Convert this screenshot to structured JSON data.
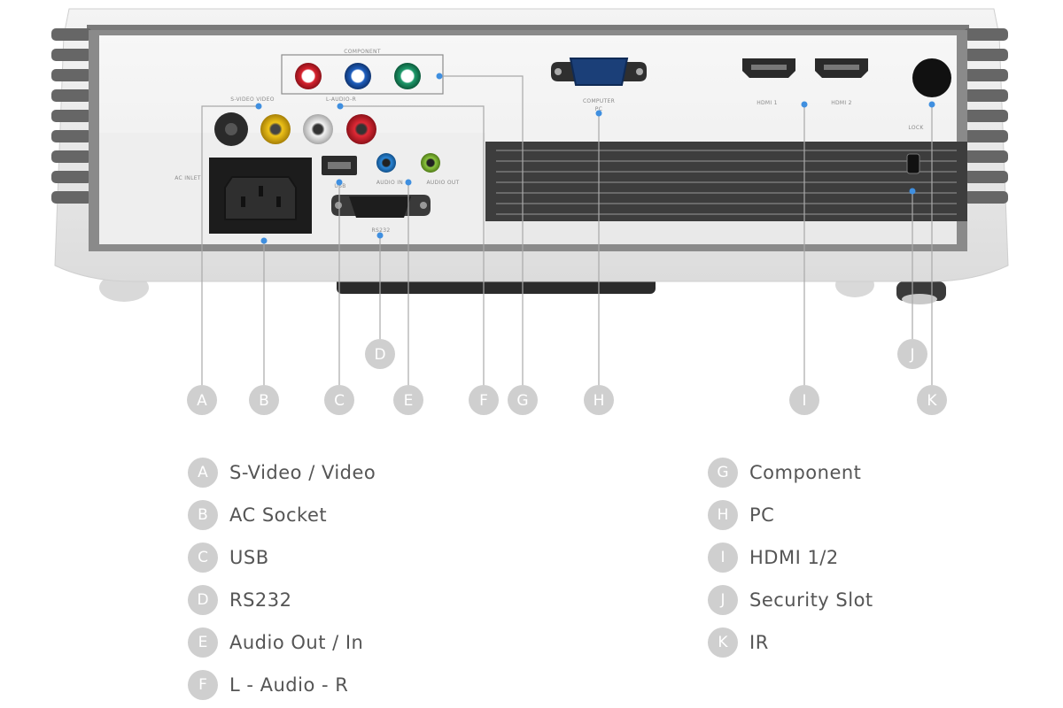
{
  "panel_labels": {
    "component": "COMPONENT",
    "s_video_video": "S-VIDEO VIDEO",
    "l_audio_r": "L-AUDIO-R",
    "ac_inlet": "AC INLET",
    "usb": "USB",
    "audio_in": "AUDIO IN",
    "audio_out": "AUDIO OUT",
    "rs232": "RS232",
    "computer": "COMPUTER",
    "pc": "PC",
    "hdmi1": "HDMI 1",
    "hdmi2": "HDMI 2",
    "lock": "LOCK"
  },
  "callouts": [
    {
      "letter": "A",
      "label": "S-Video / Video"
    },
    {
      "letter": "B",
      "label": "AC Socket"
    },
    {
      "letter": "C",
      "label": "USB"
    },
    {
      "letter": "D",
      "label": "RS232"
    },
    {
      "letter": "E",
      "label": "Audio Out / In"
    },
    {
      "letter": "F",
      "label": "L - Audio - R"
    },
    {
      "letter": "G",
      "label": "Component"
    },
    {
      "letter": "H",
      "label": "PC"
    },
    {
      "letter": "I",
      "label": "HDMI 1/2"
    },
    {
      "letter": "J",
      "label": "Security Slot"
    },
    {
      "letter": "K",
      "label": "IR"
    }
  ],
  "colors": {
    "accent_dot": "#3f8fe0",
    "badge": "#cfcfcf",
    "leader_line": "#a9a9a9",
    "legend_text": "#555555"
  }
}
